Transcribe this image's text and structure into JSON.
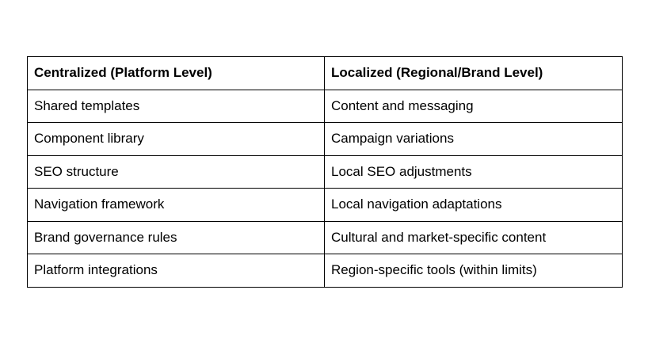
{
  "table": {
    "headers": [
      "Centralized (Platform Level)",
      "Localized (Regional/Brand Level)"
    ],
    "rows": [
      [
        "Shared templates",
        "Content and messaging"
      ],
      [
        "Component library",
        "Campaign variations"
      ],
      [
        "SEO structure",
        "Local SEO adjustments"
      ],
      [
        "Navigation framework",
        "Local navigation adaptations"
      ],
      [
        "Brand governance rules",
        "Cultural and market-specific content"
      ],
      [
        "Platform integrations",
        "Region-specific tools (within limits)"
      ]
    ]
  }
}
